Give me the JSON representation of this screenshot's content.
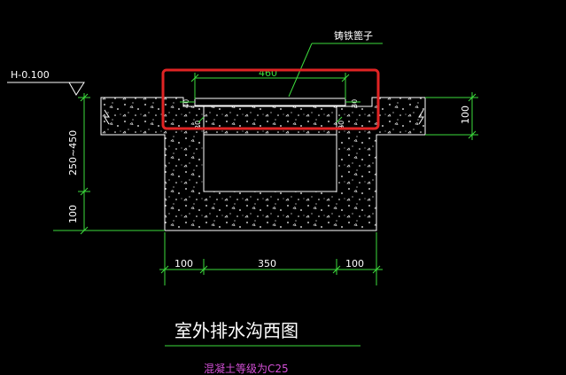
{
  "elevation": {
    "label": "H-0.100"
  },
  "grate": {
    "label": "铸铁篦子",
    "width_dim": "460"
  },
  "dims": {
    "left_upper": "250~450",
    "left_lower": "100",
    "right": "100",
    "bottom": [
      "100",
      "350",
      "100"
    ],
    "small_left": [
      "40",
      "20"
    ],
    "small_right": [
      "30",
      "20"
    ]
  },
  "title": "室外排水沟西图",
  "note": "混凝土等级为C25",
  "colors": {
    "background": "#000000",
    "line": "#ffffff",
    "dimension": "#3ddc3d",
    "highlight": "#e02424",
    "note": "#d34fd6"
  }
}
